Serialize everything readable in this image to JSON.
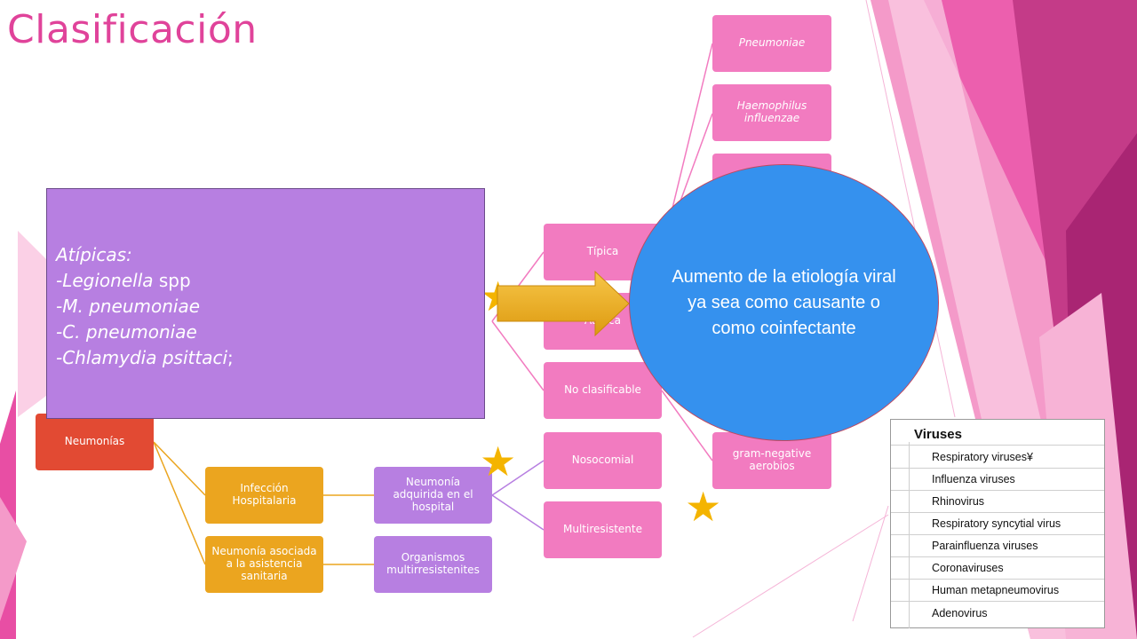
{
  "slide": {
    "title": "Clasificación"
  },
  "diagram": {
    "root": "Neumonías",
    "community_types": [
      "Típica",
      "Atípica",
      "No clasificable"
    ],
    "hospital_infection": "Infección Hospitalaria",
    "health_care_associated": "Neumonía asociada a la asistencia sanitaria",
    "hospital_acquired": "Neumonía adquirida en el hospital",
    "multiresistant_organisms": "Organismos multirresistenites",
    "hospital_types": [
      "Nosocomial",
      "Multiresistente"
    ],
    "pathogens": [
      "Pneumoniae",
      "Haemophilus influenzae",
      "gram-negative aerobios"
    ]
  },
  "atypical_panel": {
    "heading": "Atípicas:",
    "items": [
      {
        "prefix": "-",
        "italic": "Legionella",
        "suffix": " spp"
      },
      {
        "prefix": "-",
        "italic": "M. pneumoniae",
        "suffix": ""
      },
      {
        "prefix": "-",
        "italic": "C. pneumoniae",
        "suffix": ""
      },
      {
        "prefix": "-",
        "italic": "Chlamydia psittaci",
        "suffix": ";"
      }
    ]
  },
  "callout": {
    "text": "Aumento de la etiología viral ya sea como causante o como coinfectante"
  },
  "viruses_table": {
    "header": "Viruses",
    "rows": [
      "Respiratory viruses¥",
      "Influenza viruses",
      "Rhinovirus",
      "Respiratory syncytial virus",
      "Parainfluenza viruses",
      "Coronaviruses",
      "Human metapneumovirus",
      "Adenovirus"
    ]
  },
  "colors": {
    "title": "#e0439a",
    "pink_node": "#f27bc0",
    "orange_node": "#eba51f",
    "red_node": "#e24a33",
    "violet_node": "#b77fe1",
    "callout_fill": "#3591ee",
    "star": "#f4b400"
  }
}
